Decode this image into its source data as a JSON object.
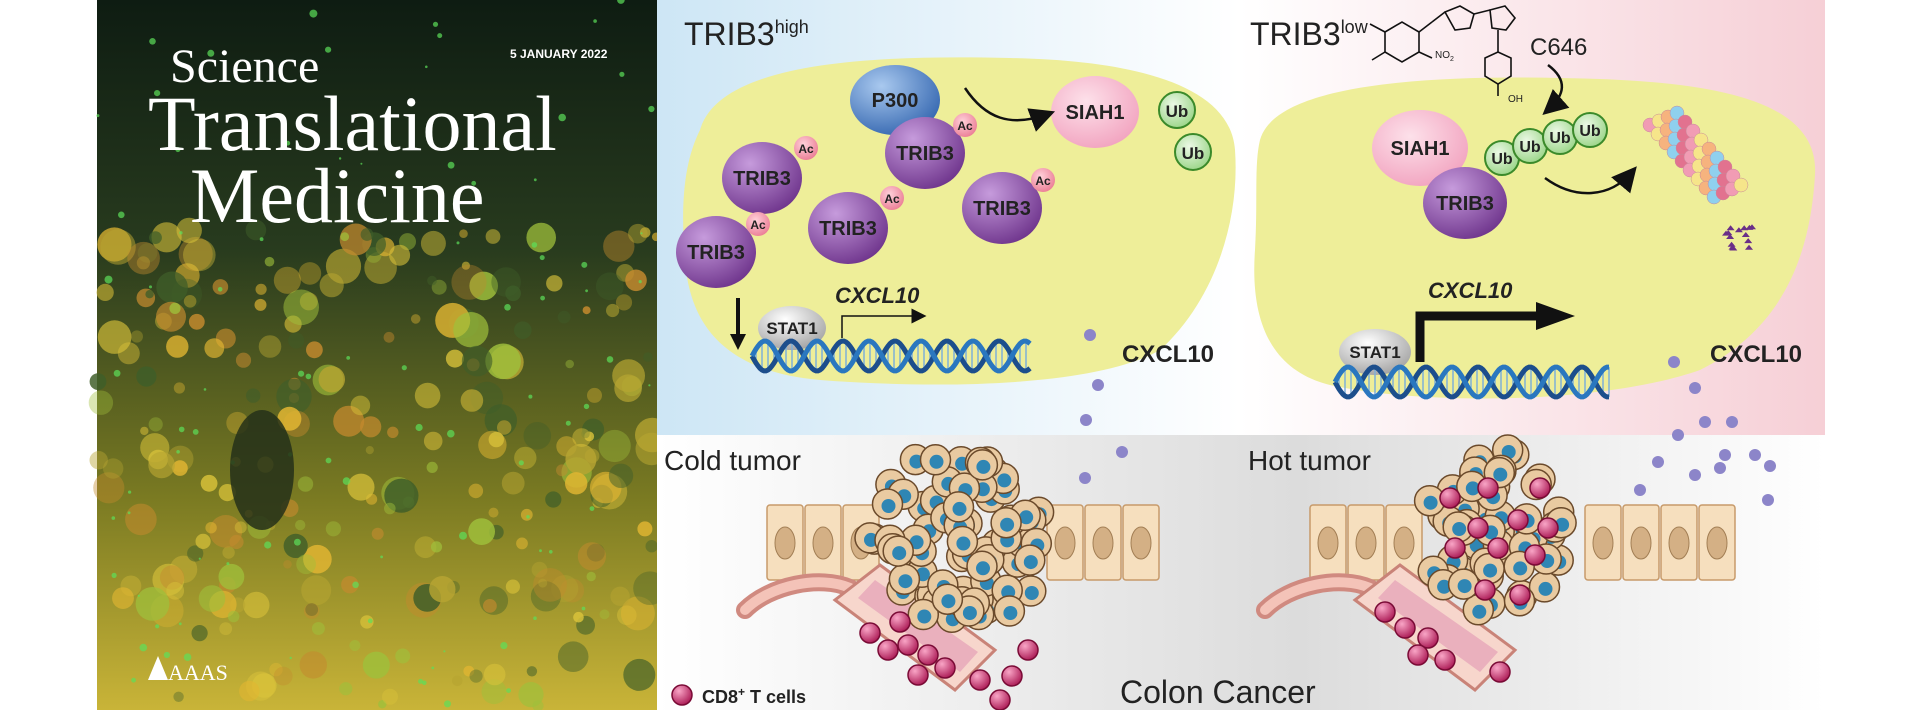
{
  "cover": {
    "journal_line1": "Science",
    "journal_line2": "Translational",
    "journal_line3": "Medicine",
    "date": "5 JANUARY 2022",
    "publisher": "AAAS"
  },
  "panel_high": {
    "title_base": "TRIB3",
    "title_sup": "high",
    "p300": "P300",
    "siah1": "SIAH1",
    "ub": "Ub",
    "ac": "Ac",
    "trib3": "TRIB3",
    "stat1": "STAT1",
    "gene": "CXCL10",
    "secreted": "CXCL10"
  },
  "panel_low": {
    "title_base": "TRIB3",
    "title_sup": "low",
    "compound": "C646",
    "siah1": "SIAH1",
    "trib3": "TRIB3",
    "ub": "Ub",
    "stat1": "STAT1",
    "gene": "CXCL10",
    "secreted": "CXCL10",
    "nitro": "NO",
    "nitro_sub": "2",
    "oh": "OH"
  },
  "bottom": {
    "cold": "Cold tumor",
    "hot": "Hot tumor",
    "legend_base": "CD8",
    "legend_sup": "+",
    "legend_rest": " T cells",
    "center": "Colon Cancer"
  },
  "colors": {
    "cold_text": "#1f8ed6",
    "hot_text": "#d8262e",
    "cell_fill": "#eeee99",
    "trib3": "#7d3f98",
    "siah1": "#f3aac6",
    "p300": "#3e78c4",
    "ub": "#7cc46a",
    "tcell": "#c2185b"
  }
}
